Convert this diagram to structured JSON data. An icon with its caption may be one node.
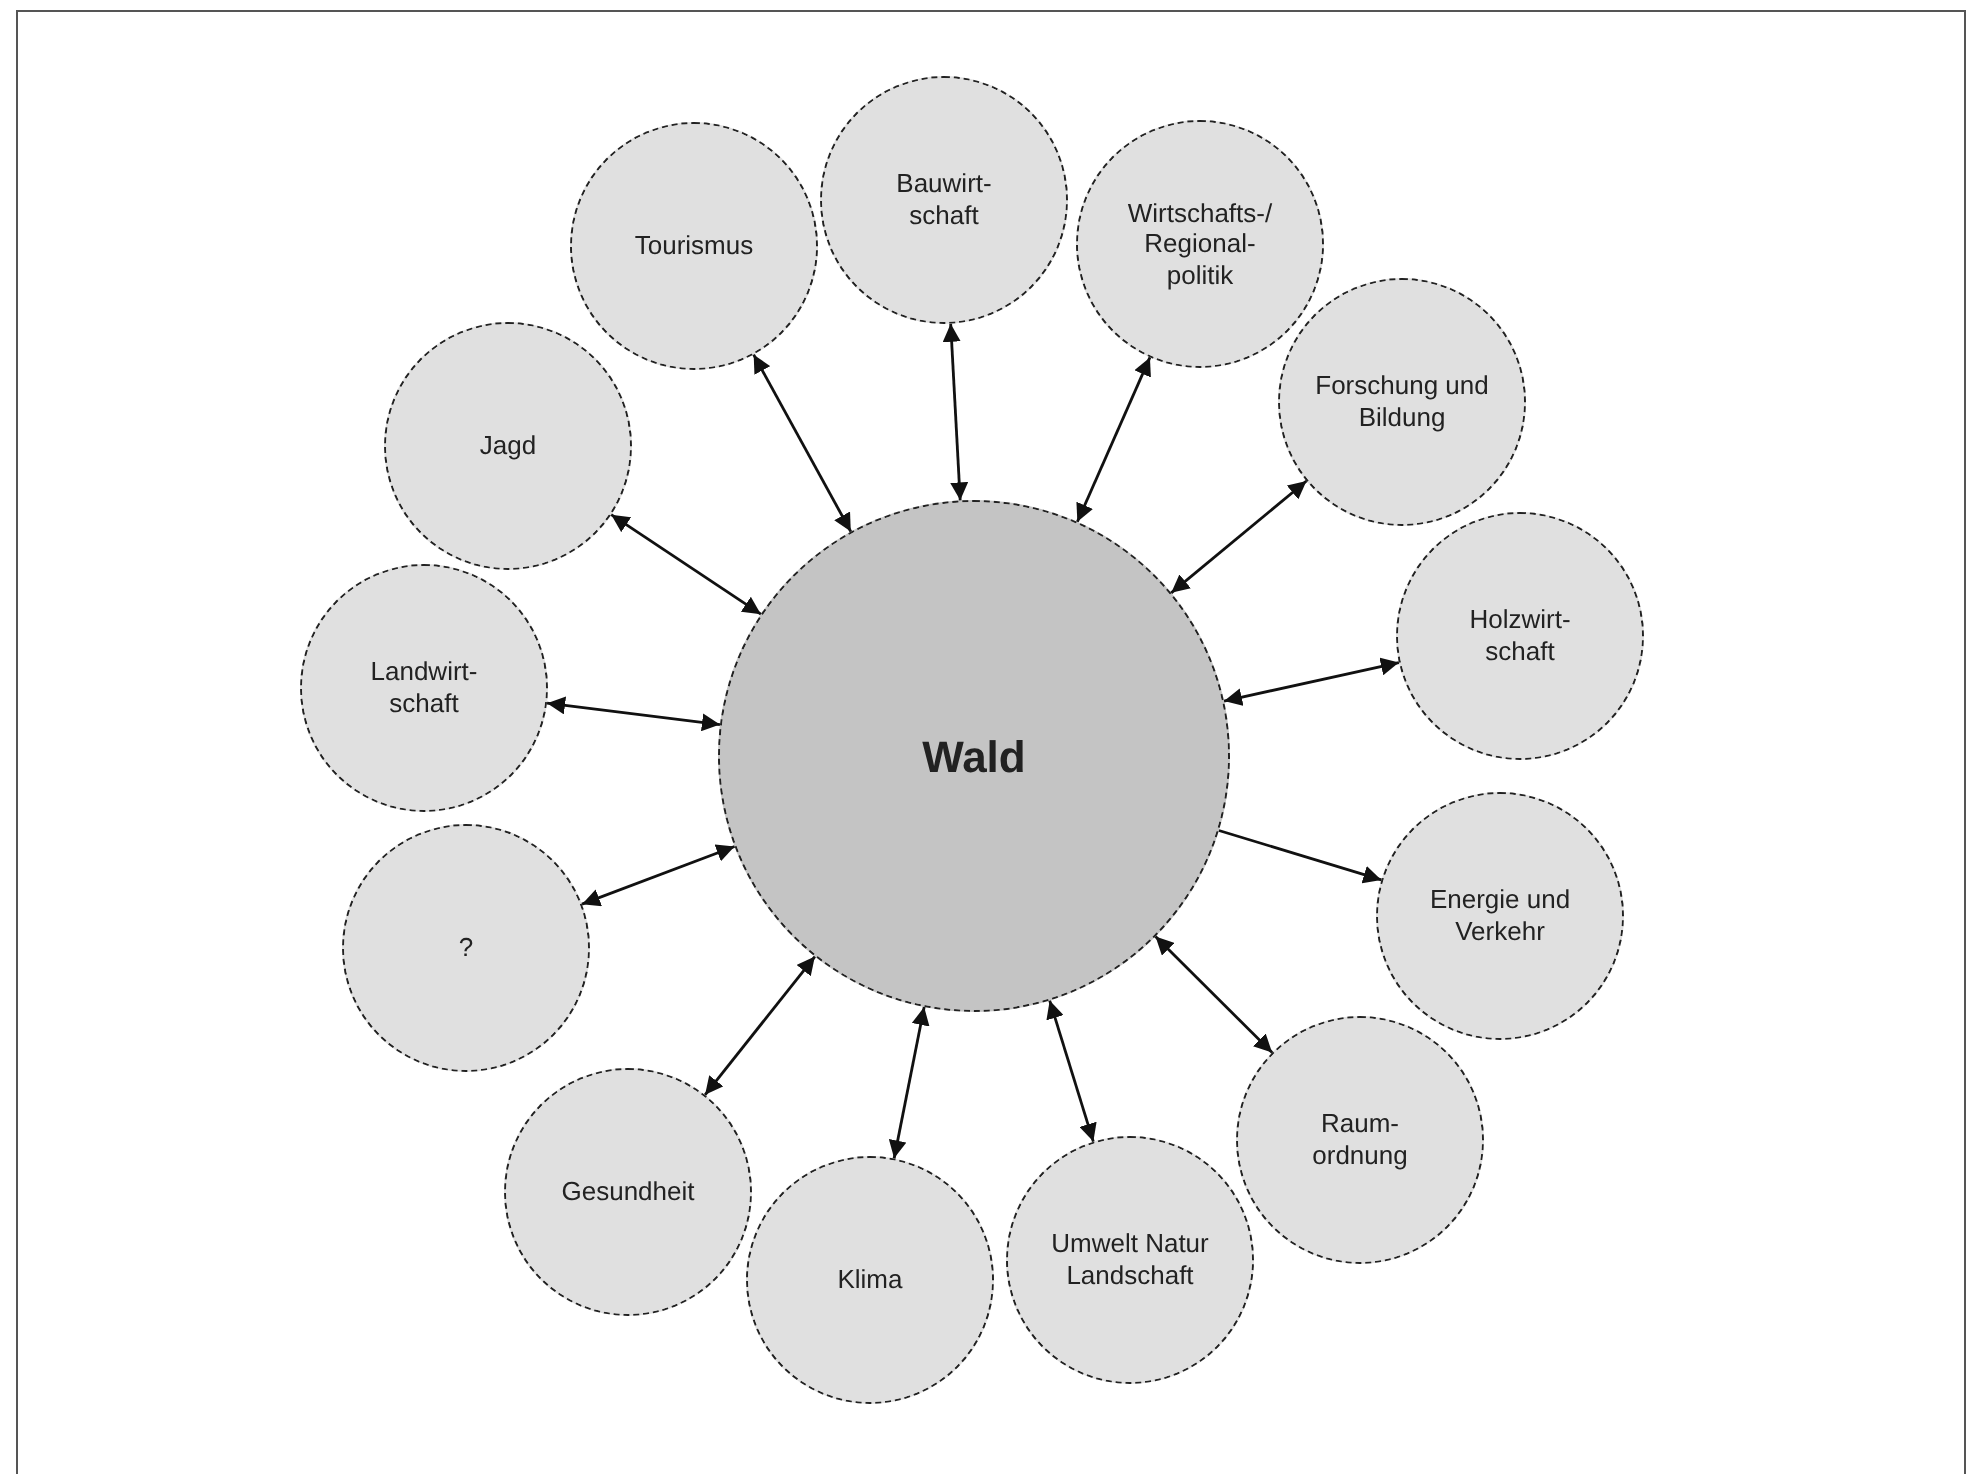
{
  "diagram": {
    "nodes": [
      {
        "text": [
          "Wald"
        ]
      },
      {
        "text": [
          "Tourismus"
        ]
      },
      {
        "text": [
          "Bauwirt- schaft"
        ]
      },
      {
        "text": [
          "Wirtschafts-/ Regional- politik"
        ]
      },
      {
        "text": [
          "Forschung und Bildung"
        ]
      },
      {
        "text": [
          "Holzwirt- schaft"
        ]
      },
      {
        "text": [
          "Energie und Verkehr"
        ]
      },
      {
        "text": [
          "Raum- ordnung"
        ]
      },
      {
        "text": [
          "Umwelt Natur Landschaft"
        ]
      },
      {
        "text": [
          "Klima"
        ]
      },
      {
        "text": [
          "Gesundheit"
        ]
      },
      {
        "text": [
          "?"
        ]
      },
      {
        "text": [
          "Landwirt- schaft"
        ]
      },
      {
        "text": [
          "Jagd"
        ]
      }
    ],
    "edges": [
      {
        "from": 0,
        "to": 1,
        "arrow": "both"
      },
      {
        "from": 0,
        "to": 2,
        "arrow": "both"
      },
      {
        "from": 0,
        "to": 3,
        "arrow": "both"
      },
      {
        "from": 0,
        "to": 4,
        "arrow": "both"
      },
      {
        "from": 0,
        "to": 5,
        "arrow": "both"
      },
      {
        "from": 0,
        "to": 6,
        "arrow": "to"
      },
      {
        "from": 0,
        "to": 7,
        "arrow": "both"
      },
      {
        "from": 0,
        "to": 8,
        "arrow": "both"
      },
      {
        "from": 0,
        "to": 9,
        "arrow": "both"
      },
      {
        "from": 0,
        "to": 10,
        "arrow": "both"
      },
      {
        "from": 0,
        "to": 11,
        "arrow": "both"
      },
      {
        "from": 0,
        "to": 12,
        "arrow": "both"
      },
      {
        "from": 0,
        "to": 13,
        "arrow": "both"
      }
    ]
  }
}
